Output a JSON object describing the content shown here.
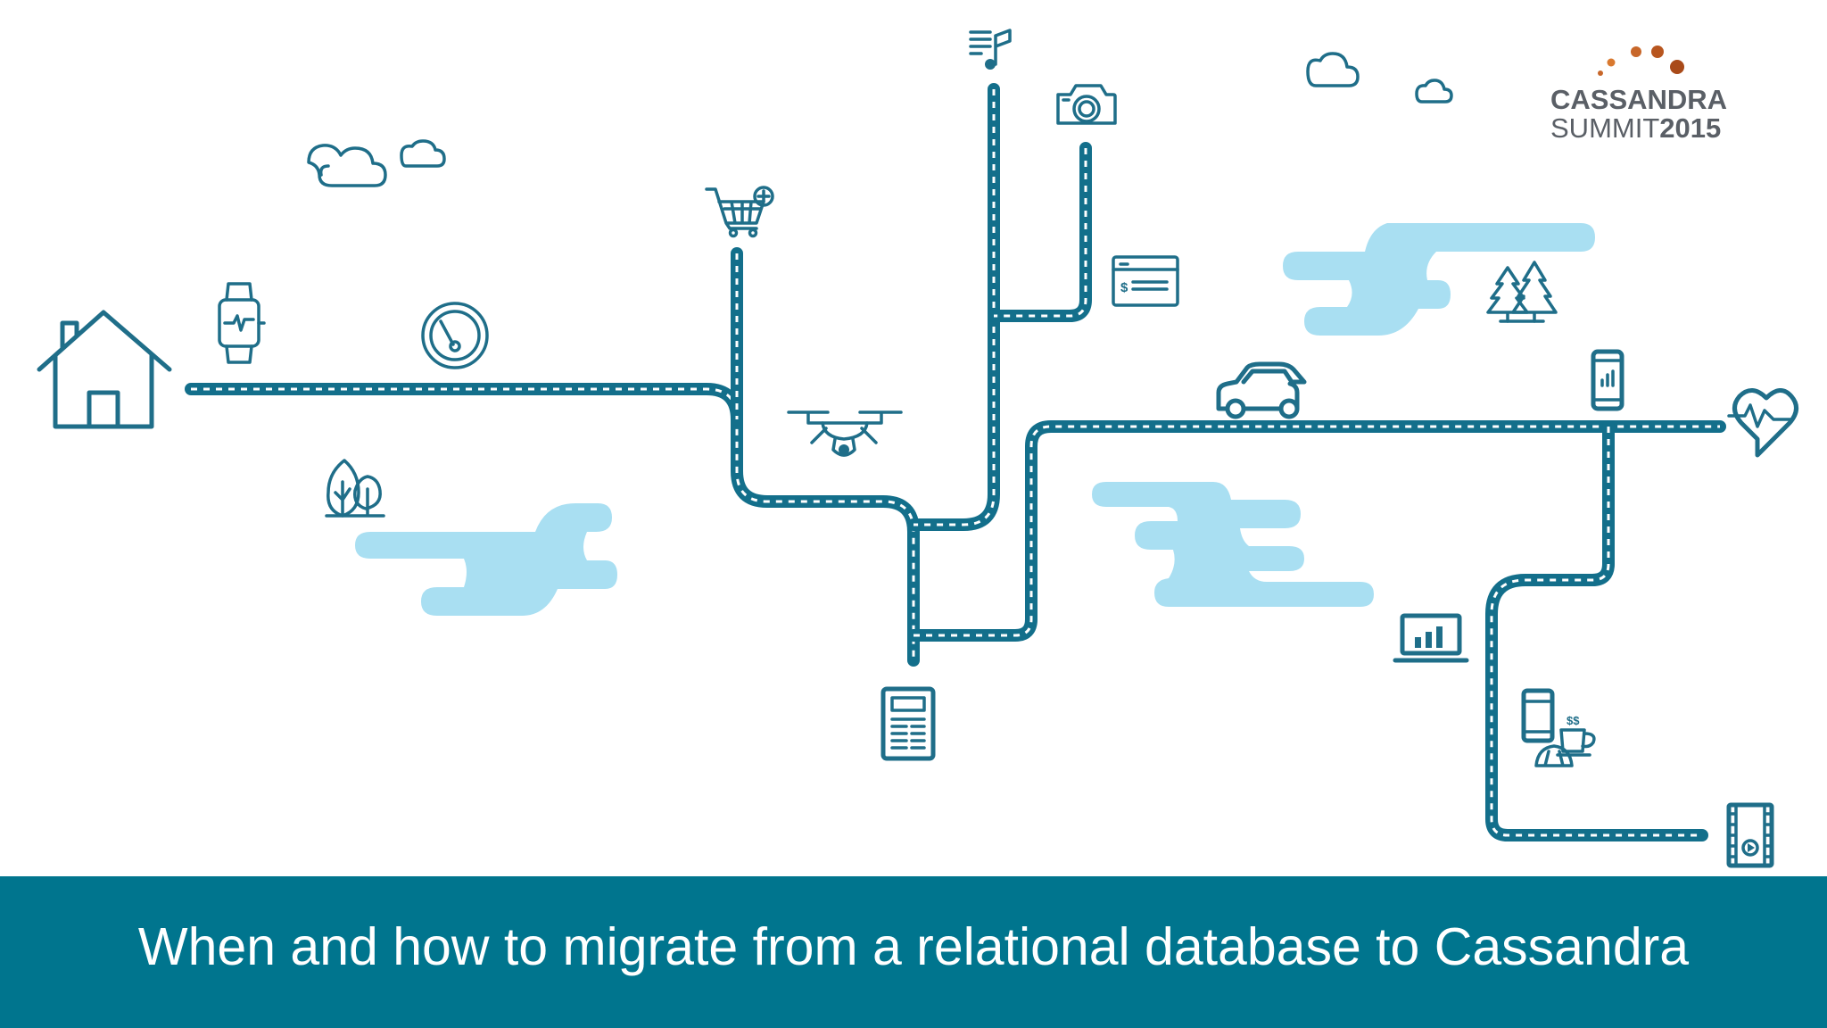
{
  "banner": {
    "title": "When and how to migrate from a relational database to Cassandra"
  },
  "logo": {
    "line1": "CASSANDRA",
    "line2_text": "SUMMIT",
    "line2_year": "2015",
    "dot_colors": [
      "#c8672a",
      "#d9792f",
      "#c8672a",
      "#b8561f",
      "#a94a19"
    ]
  },
  "colors": {
    "road": "#136f8b",
    "icon": "#1f6e89",
    "banner": "#00758e",
    "cloud_blob": "#a9dff2"
  },
  "icons": [
    "house-icon",
    "smartwatch-icon",
    "speedometer-icon",
    "trees-icon",
    "shopping-cart-icon",
    "drone-icon",
    "music-playlist-icon",
    "camera-icon",
    "credit-card-icon",
    "newspaper-icon",
    "car-icon",
    "pine-trees-icon",
    "smartphone-icon",
    "heartbeat-icon",
    "laptop-chart-icon",
    "phone-coffee-icon",
    "film-video-icon",
    "cloud-icon"
  ]
}
